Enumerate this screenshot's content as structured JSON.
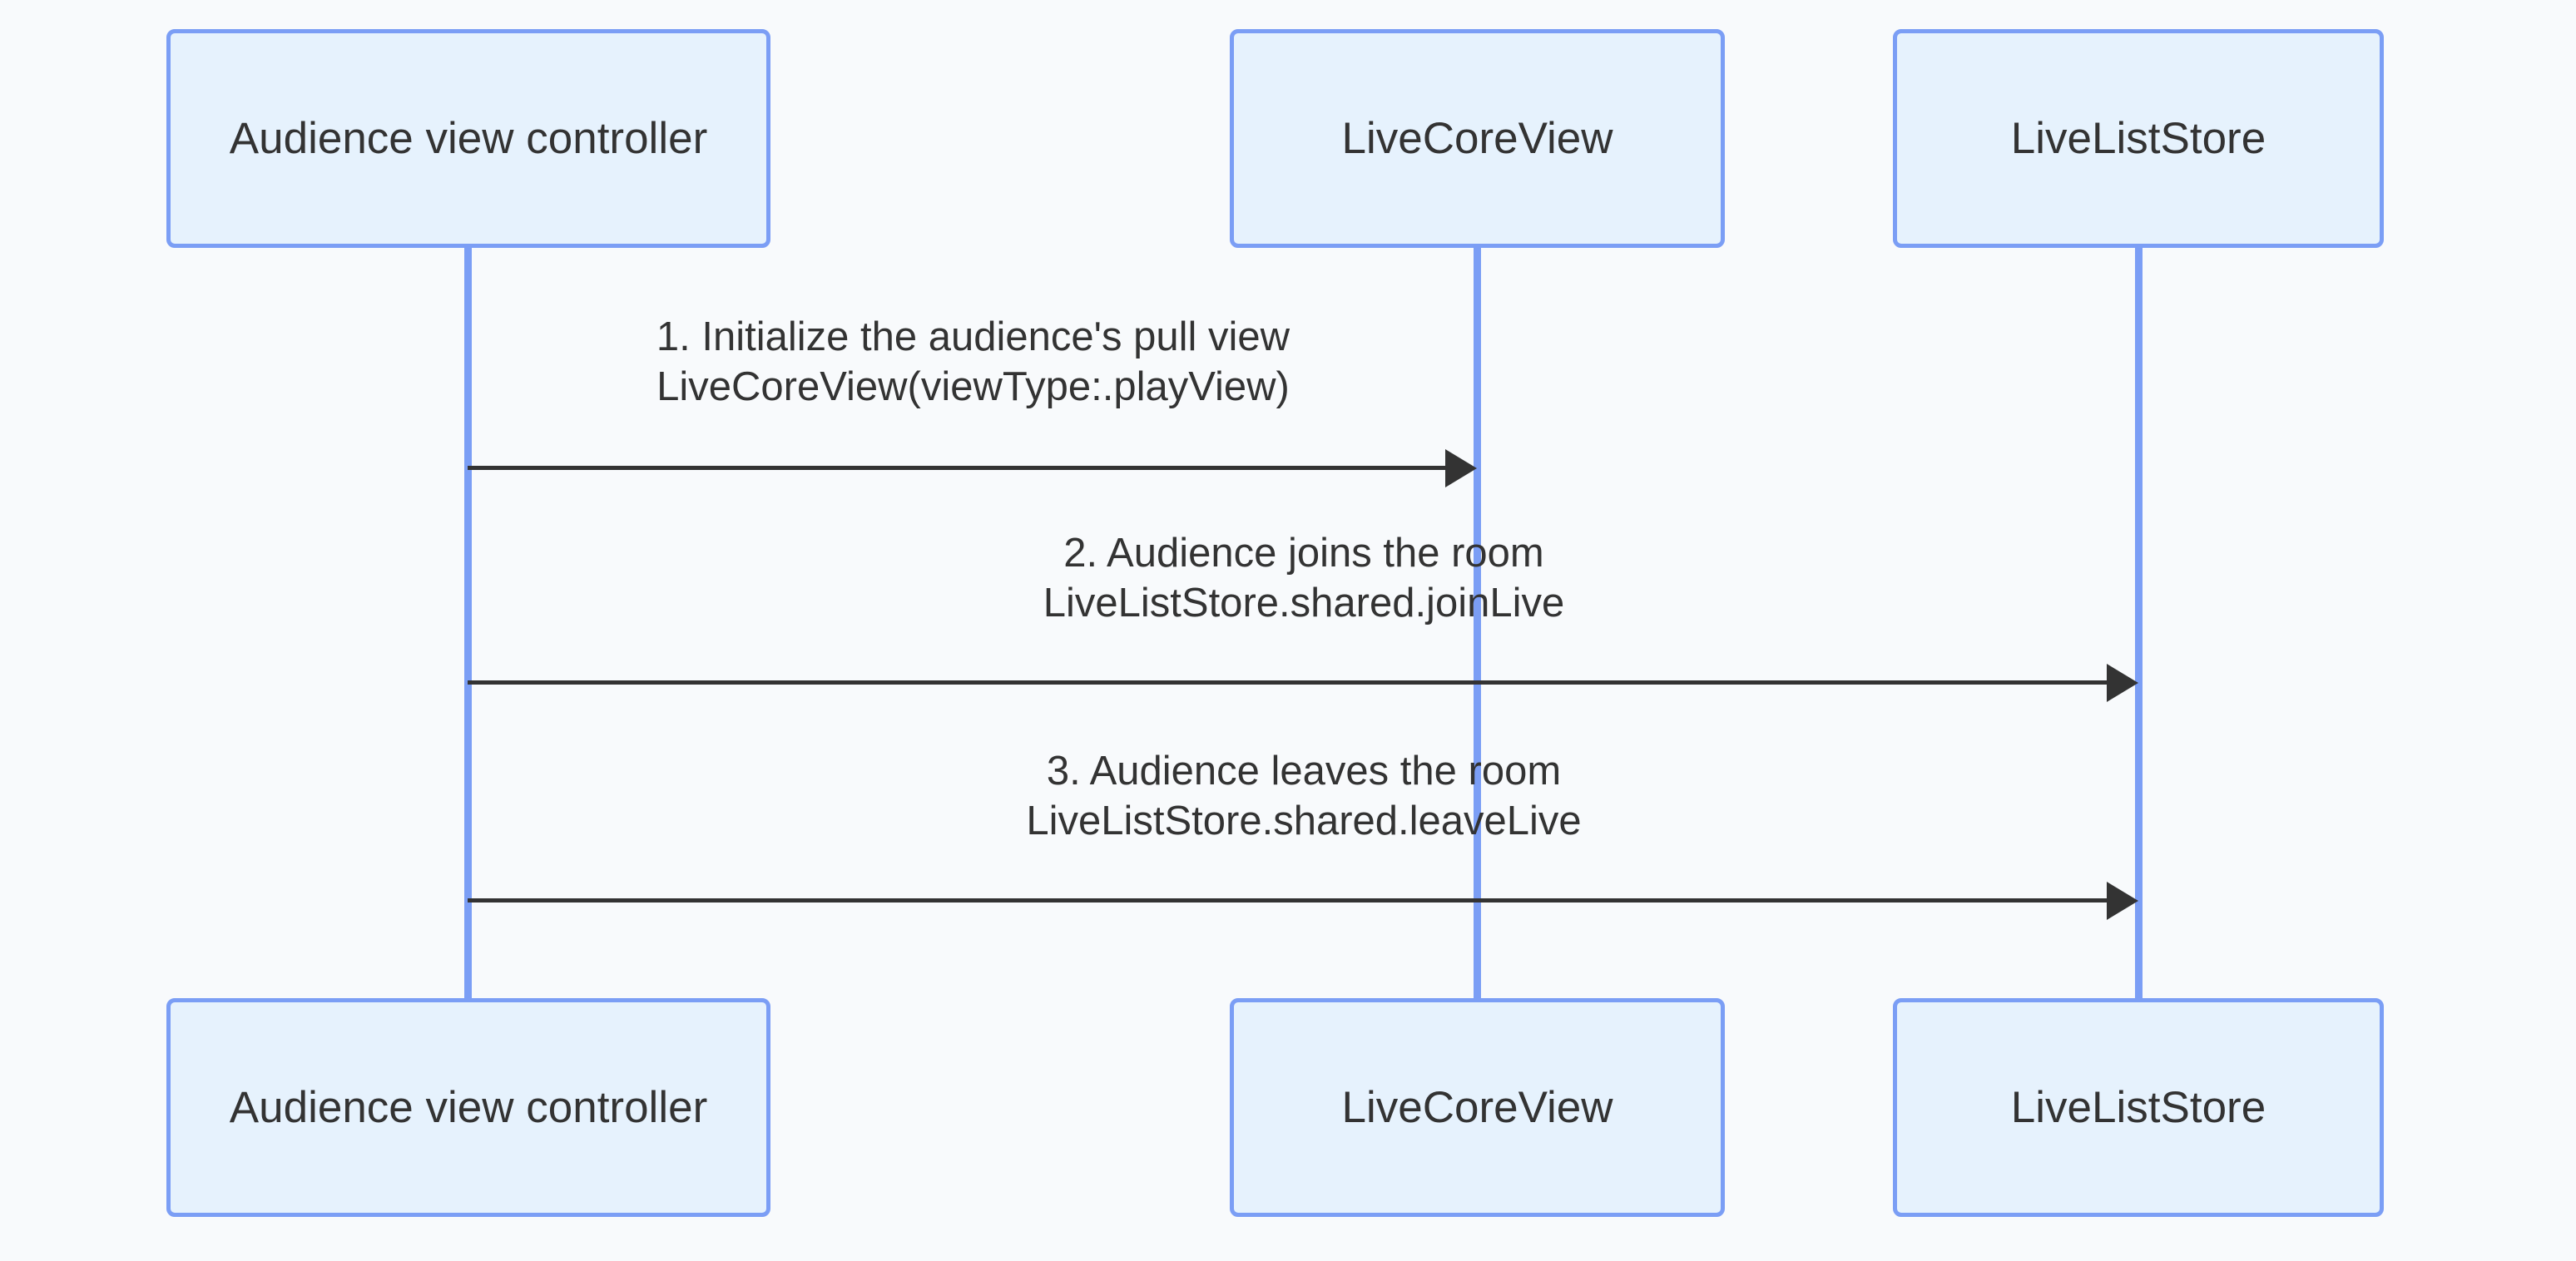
{
  "diagram": {
    "type": "sequence-diagram",
    "background_color": "#f8fafc",
    "colors": {
      "box_fill": "#e6f2fd",
      "box_border": "#7b9ef5",
      "lifeline": "#7b9ef5",
      "arrow": "#333333",
      "text": "#333333"
    },
    "participants": [
      {
        "id": "audience-view-controller",
        "label": "Audience view controller"
      },
      {
        "id": "livecoreview",
        "label": "LiveCoreView"
      },
      {
        "id": "liveliststore",
        "label": "LiveListStore"
      }
    ],
    "messages": [
      {
        "index": "1",
        "from": "audience-view-controller",
        "to": "livecoreview",
        "line1": "1. Initialize the audience's pull view",
        "line2": "LiveCoreView(viewType:.playView)",
        "arrow_type": "solid-arrow"
      },
      {
        "index": "2",
        "from": "audience-view-controller",
        "to": "liveliststore",
        "line1": "2. Audience joins the room",
        "line2": "LiveListStore.shared.joinLive",
        "arrow_type": "solid-arrow"
      },
      {
        "index": "3",
        "from": "audience-view-controller",
        "to": "liveliststore",
        "line1": "3. Audience leaves the room",
        "line2": "LiveListStore.shared.leaveLive",
        "arrow_type": "solid-arrow"
      }
    ]
  }
}
